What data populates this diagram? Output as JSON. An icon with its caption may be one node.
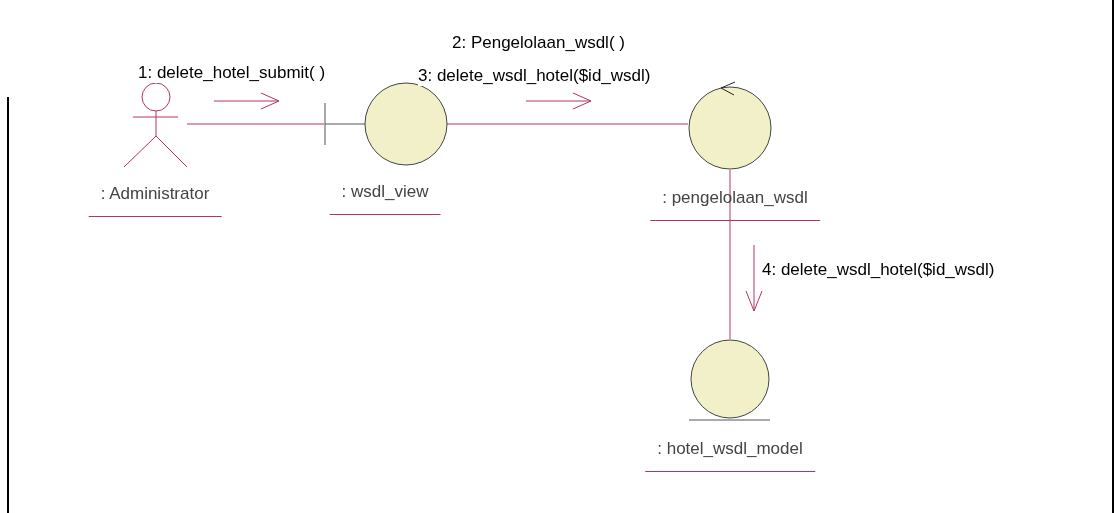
{
  "diagram": {
    "nodes": [
      {
        "text": [
          ": Administrator"
        ]
      },
      {
        "text": [
          ": wsdl_view"
        ]
      },
      {
        "text": [
          ": pengelolaan_wsdl"
        ]
      },
      {
        "text": [
          ": hotel_wsdl_model"
        ]
      }
    ],
    "edges": [
      {
        "from": 0,
        "to": 1,
        "arrow": "none",
        "label": "1: delete_hotel_submit( )"
      },
      {
        "from": 1,
        "to": 2,
        "arrow": "none",
        "label": "3: delete_wsdl_hotel($id_wsdl)"
      },
      {
        "from": 2,
        "to": 3,
        "arrow": "none",
        "label": "4: delete_wsdl_hotel($id_wsdl)"
      }
    ],
    "labels": [
      "2: Pengelolaan_wsdl( )"
    ]
  }
}
